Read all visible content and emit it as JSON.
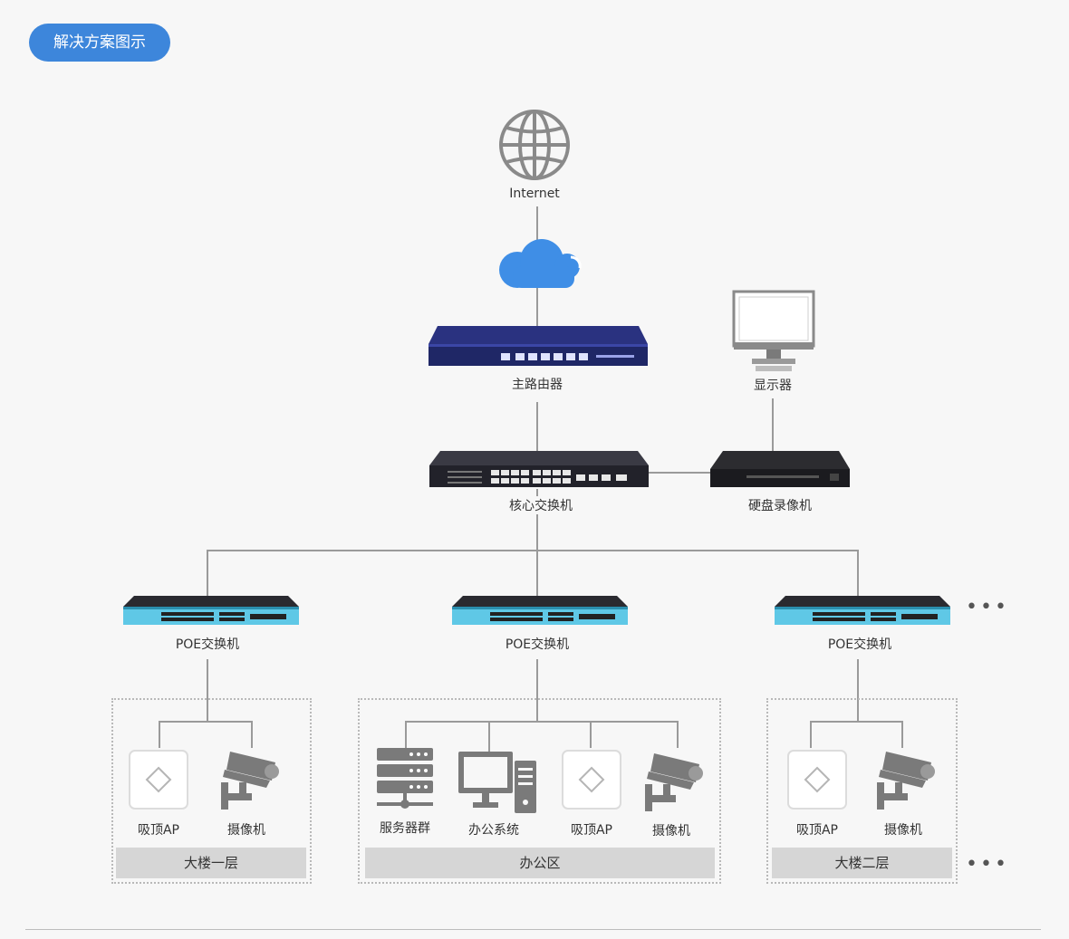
{
  "header": {
    "badge": "解决方案图示"
  },
  "nodes": {
    "internet": "Internet",
    "router": "主路由器",
    "monitor": "显示器",
    "core_switch": "核心交换机",
    "nvr": "硬盘录像机",
    "poe1": "POE交换机",
    "poe2": "POE交换机",
    "poe3": "POE交换机"
  },
  "zones": {
    "floor1": {
      "title": "大楼一层",
      "devices": [
        "吸顶AP",
        "摄像机"
      ]
    },
    "office": {
      "title": "办公区",
      "devices": [
        "服务器群",
        "办公系统",
        "吸顶AP",
        "摄像机"
      ]
    },
    "floor2": {
      "title": "大楼二层",
      "devices": [
        "吸顶AP",
        "摄像机"
      ]
    }
  },
  "more": "•••",
  "colors": {
    "accent": "#3d86db",
    "cloud": "#3f8ee6",
    "router": "#222a6b",
    "poe_front": "#5fc8e6"
  }
}
